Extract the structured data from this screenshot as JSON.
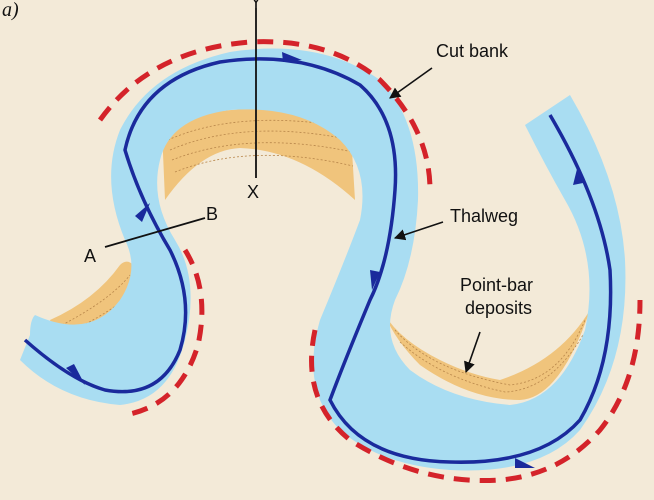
{
  "figure": {
    "panel_label": "a)",
    "labels": {
      "cut_bank": "Cut bank",
      "thalweg": "Thalweg",
      "point_bar_line1": "Point-bar",
      "point_bar_line2": "deposits",
      "section_top": "Y",
      "section_bottom": "X",
      "section2_left": "A",
      "section2_right": "B"
    }
  },
  "colors": {
    "background": "#f3ead8",
    "river": "#a9ddf2",
    "thalweg": "#1a2a9c",
    "cut_bank_dash": "#d4232a",
    "point_bar": "#f0c47c",
    "point_bar_lines": "#b8864a",
    "label_text": "#111111"
  }
}
